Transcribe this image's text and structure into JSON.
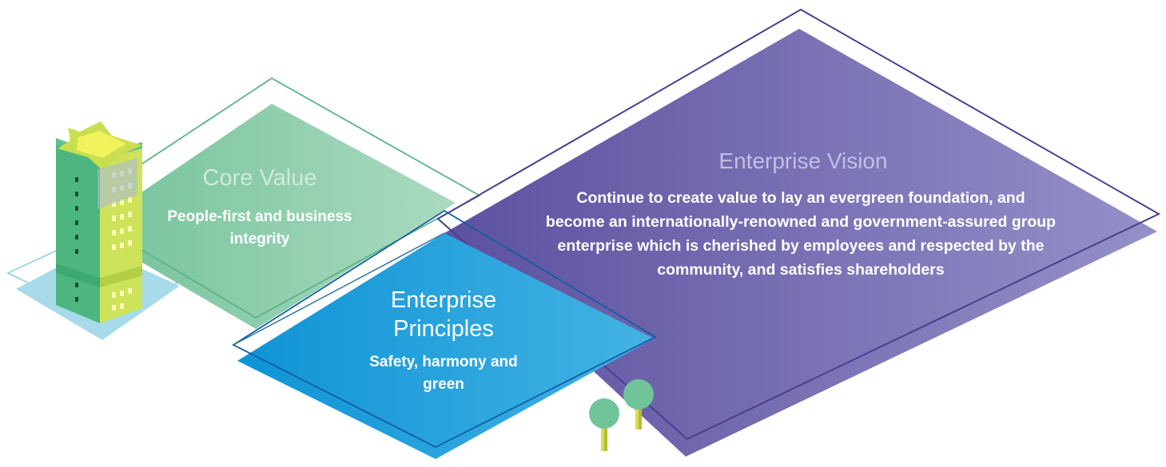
{
  "diagram": {
    "core_value": {
      "title": "Core Value",
      "text": "People-first and business integrity"
    },
    "enterprise_vision": {
      "title": "Enterprise Vision",
      "text": "Continue to create value to lay an evergreen foundation, and become an internationally-renowned and government-assured group enterprise which is cherished by employees and respected by the community, and satisfies shareholders"
    },
    "enterprise_principles": {
      "title": "Enterprise Principles",
      "text": "Safety, harmony and green"
    }
  },
  "colors": {
    "green_fill": "#7fc7a2",
    "green_outline": "#5bb38a",
    "purple_fill": "#6c62a9",
    "purple_outline": "#4a3f8f",
    "blue_fill": "#1a9ed8",
    "blue_outline": "#1a6fb0",
    "tree_green": "#6fc49a",
    "building_green": "#4db680",
    "building_yellow": "#e3ec5a"
  }
}
